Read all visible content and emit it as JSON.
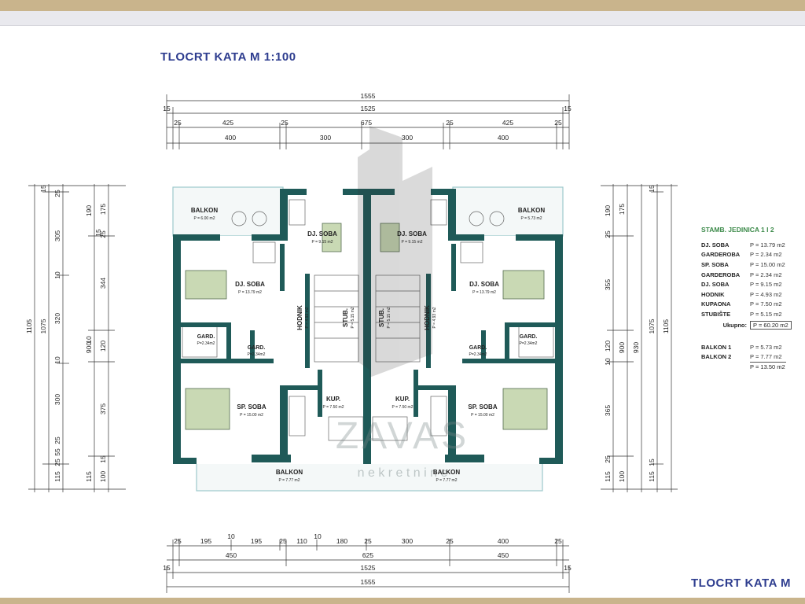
{
  "title": "TLOCRT KATA  M 1:100",
  "title_bottom": "TLOCRT KATA  M",
  "watermark": {
    "brand": "ZAVAS",
    "sub": "n e k r e t n i n e"
  },
  "dims_top": {
    "total": "1555",
    "row2": [
      "15",
      "1525",
      "15"
    ],
    "row3": [
      "25",
      "425",
      "25",
      "675",
      "25",
      "425",
      "25"
    ],
    "row4": [
      "400",
      "300",
      "300",
      "400"
    ]
  },
  "dims_bottom": {
    "row1": [
      "25",
      "195",
      "10",
      "195",
      "25",
      "110",
      "10",
      "180",
      "25",
      "300",
      "25",
      "400",
      "25"
    ],
    "row2": [
      "450",
      "625",
      "450"
    ],
    "row3": [
      "15",
      "1525",
      "15"
    ],
    "total": "1555"
  },
  "dims_left": {
    "outer": "1105",
    "mid": "1075",
    "inner": [
      "15",
      "25",
      "305",
      "10",
      "320",
      "10",
      "300",
      "25",
      "55",
      "25",
      "115"
    ],
    "right_total": "900",
    "right": [
      "190",
      "175",
      "15",
      "25",
      "344",
      "10",
      "120",
      "375",
      "15",
      "115",
      "100"
    ]
  },
  "dims_right": {
    "left": [
      "190",
      "175",
      "25",
      "355",
      "10",
      "120",
      "365",
      "25",
      "115",
      "100"
    ],
    "left_total": "900",
    "right_total": "930",
    "mid": "1075",
    "outer": "1105",
    "right": [
      "15",
      "15",
      "115"
    ]
  },
  "rooms": {
    "balkon_tl": {
      "name": "BALKON",
      "area": "P = 6.00 m2"
    },
    "balkon_tr": {
      "name": "BALKON",
      "area": "P = 5.73 m2"
    },
    "djsoba_top_l": {
      "name": "DJ. SOBA",
      "area": "P = 9.15 m2"
    },
    "djsoba_top_r": {
      "name": "DJ. SOBA",
      "area": "P = 9.15 m2"
    },
    "djsoba_l": {
      "name": "DJ. SOBA",
      "area": "P = 13.79 m2"
    },
    "djsoba_r": {
      "name": "DJ. SOBA",
      "area": "P = 13.79 m2"
    },
    "hodnik_l": {
      "name": "HODNIK",
      "area": "P = 4.93 m2"
    },
    "hodnik_r": {
      "name": "HODNIK",
      "area": "P = 4.93 m2"
    },
    "stub_l": {
      "name": "STUB.",
      "area": "P = 5.15 m2"
    },
    "stub_r": {
      "name": "STUB.",
      "area": "P = 5.15 m2"
    },
    "gard1_l": {
      "name": "GARD.",
      "area": "P=2.34m2"
    },
    "gard2_l": {
      "name": "GARD.",
      "area": "P=2.34m2"
    },
    "gard1_r": {
      "name": "GARD.",
      "area": "P=2.34m2"
    },
    "gard2_r": {
      "name": "GARD.",
      "area": "P=2.34m2"
    },
    "spsoba_l": {
      "name": "SP. SOBA",
      "area": "P = 15.00 m2"
    },
    "spsoba_r": {
      "name": "SP. SOBA",
      "area": "P = 15.00 m2"
    },
    "kup_l": {
      "name": "KUP.",
      "area": "P = 7.50 m2"
    },
    "kup_r": {
      "name": "KUP.",
      "area": "P = 7.50 m2"
    },
    "balkon_bl": {
      "name": "BALKON",
      "area": "P = 7.77 m2"
    },
    "balkon_br": {
      "name": "BALKON",
      "area": "P = 7.77 m2"
    }
  },
  "legend": {
    "title": "STAMB. JEDINICA 1 I 2",
    "rows": [
      {
        "name": "DJ. SOBA",
        "value": "P = 13.79 m2"
      },
      {
        "name": "GARDEROBA",
        "value": "P = 2.34 m2"
      },
      {
        "name": "SP. SOBA",
        "value": "P = 15.00 m2"
      },
      {
        "name": "GARDEROBA",
        "value": "P = 2.34 m2"
      },
      {
        "name": "DJ. SOBA",
        "value": "P = 9.15 m2"
      },
      {
        "name": "HODNIK",
        "value": "P = 4.93 m2"
      },
      {
        "name": "KUPAONA",
        "value": "P = 7.50 m2"
      },
      {
        "name": "STUBIŠTE",
        "value": "P = 5.15 m2"
      }
    ],
    "total_label": "Ukupno:",
    "total_value": "P = 60.20 m2",
    "balkon": [
      {
        "name": "BALKON 1",
        "value": "P = 5.73 m2"
      },
      {
        "name": "BALKON 2",
        "value": "P = 7.77 m2"
      }
    ],
    "balkon_total": "P = 13.50 m2"
  }
}
